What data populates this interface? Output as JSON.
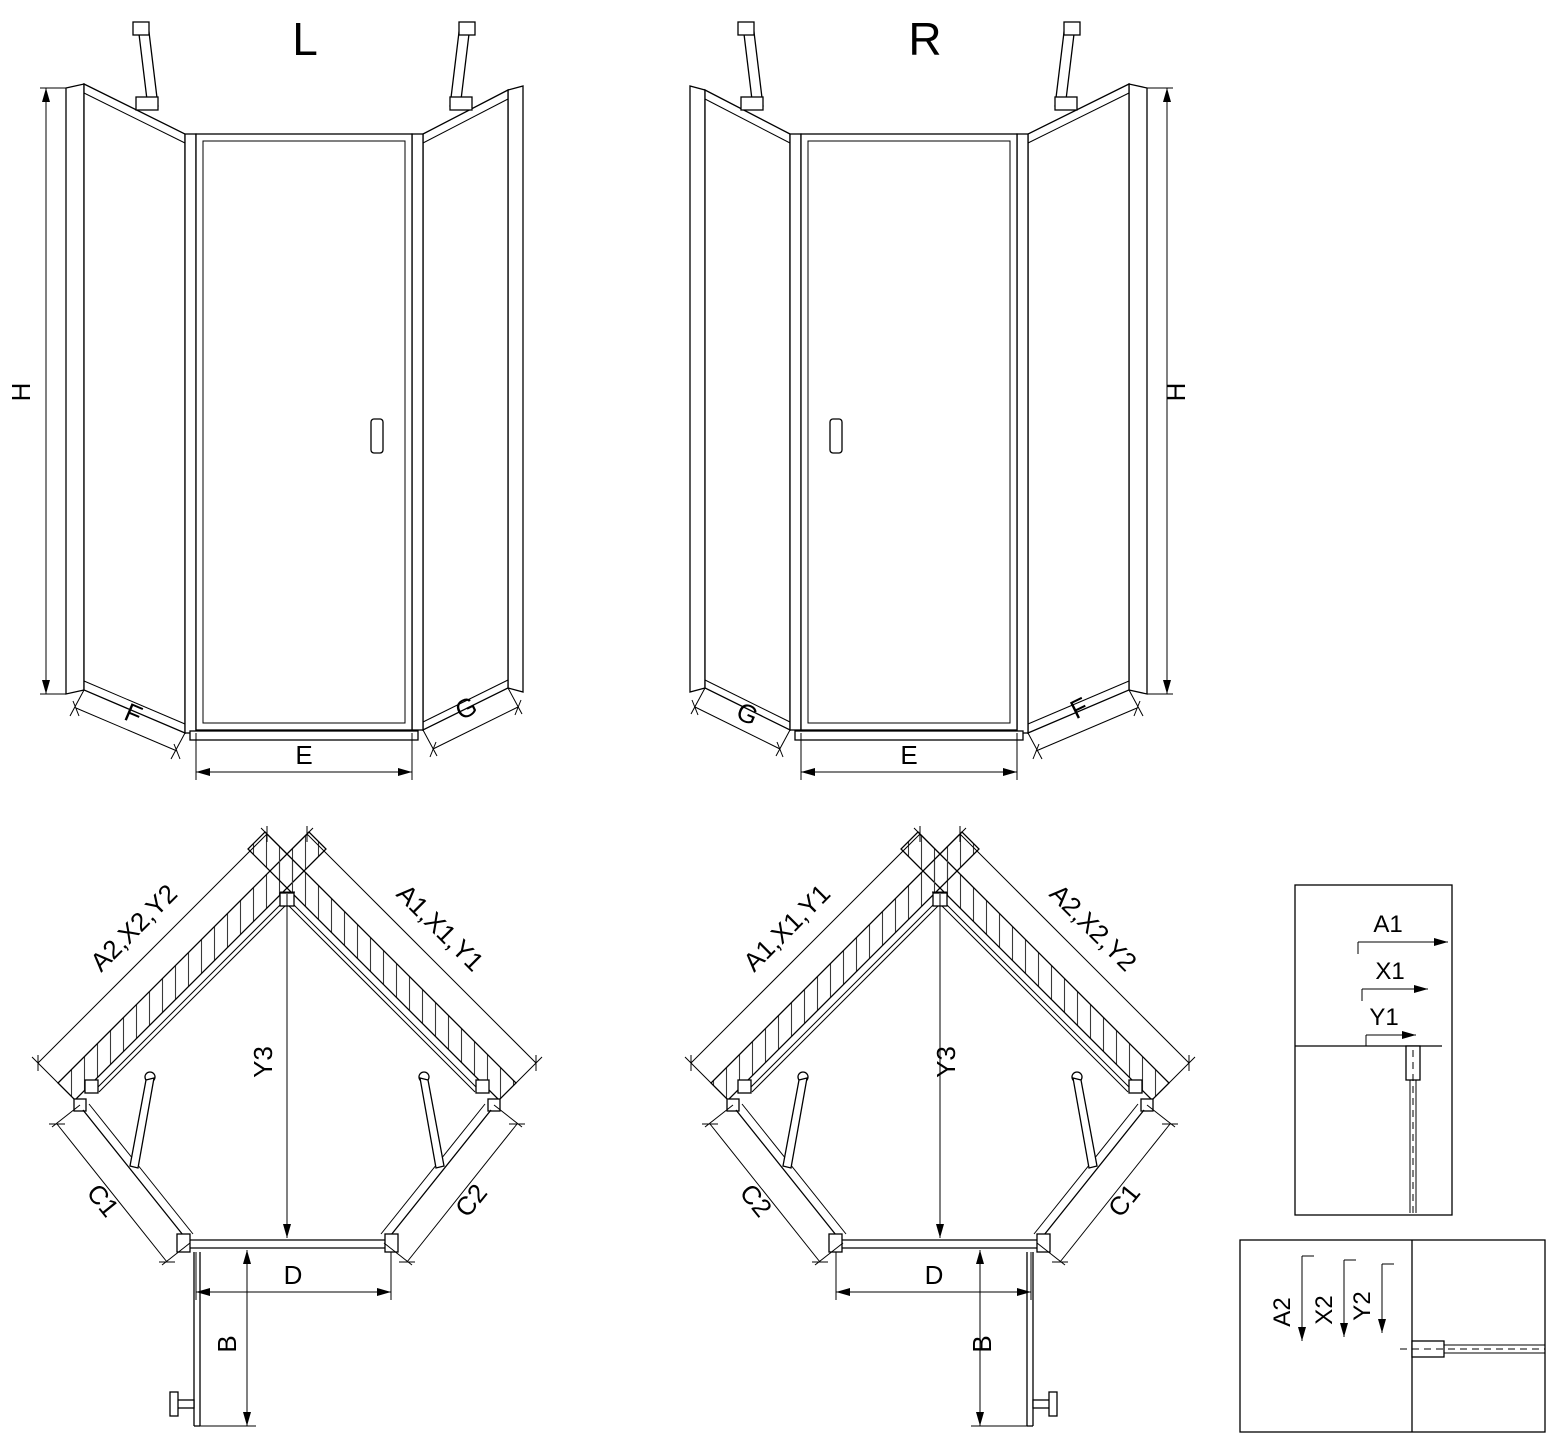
{
  "drawing": {
    "elevation_left": {
      "title": "L",
      "height": "H",
      "left_bottom": "F",
      "front_bottom": "E",
      "right_bottom": "G"
    },
    "elevation_right": {
      "title": "R",
      "height": "H",
      "left_bottom": "G",
      "front_bottom": "E",
      "right_bottom": "F"
    },
    "plan_left": {
      "wall_left": "A2,X2,Y2",
      "wall_right": "A1,X1,Y1",
      "depth": "Y3",
      "corner_left": "C1",
      "corner_right": "C2",
      "front": "D",
      "door": "B"
    },
    "plan_right": {
      "wall_left": "A1,X1,Y1",
      "wall_right": "A2,X2,Y2",
      "depth": "Y3",
      "corner_left": "C2",
      "corner_right": "C1",
      "front": "D",
      "door": "B"
    },
    "detail_top": {
      "dims": [
        "A1",
        "X1",
        "Y1"
      ]
    },
    "detail_bottom": {
      "dims": [
        "A2",
        "X2",
        "Y2"
      ]
    },
    "line_color": "#000000",
    "background": "#ffffff"
  }
}
